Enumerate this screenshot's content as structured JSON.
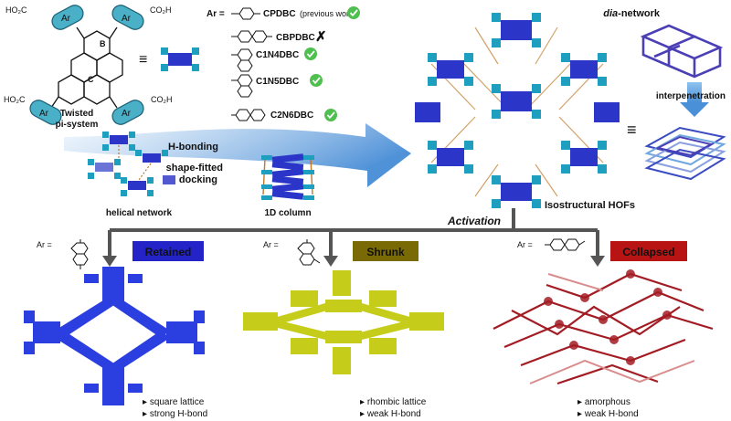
{
  "top_left": {
    "aryl_label": "Ar",
    "ring_b": "B",
    "ring_c": "C",
    "co2h": "CO₂H",
    "ho2c": "HO₂C",
    "twisted_line1": "Twisted",
    "twisted_line2": "pi-system",
    "equiv": "≡"
  },
  "ar_list": {
    "prefix": "Ar =",
    "items": [
      {
        "label": "CPDBC",
        "note": "(previous work)",
        "status": "check"
      },
      {
        "label": "CBPDBC",
        "note": "",
        "status": "cross"
      },
      {
        "label": "C1N4DBC",
        "note": "",
        "status": "check"
      },
      {
        "label": "C1N5DBC",
        "note": "",
        "status": "check"
      },
      {
        "label": "C2N6DBC",
        "note": "",
        "status": "check"
      }
    ]
  },
  "assembly": {
    "hbonding": "H-bonding",
    "shape_fitted_1": "shape-fitted",
    "shape_fitted_2": "docking",
    "helical": "helical network",
    "column": "1D column"
  },
  "hof": {
    "label": "Isostructural HOFs",
    "activation": "Activation",
    "equiv": "≡"
  },
  "dia": {
    "title_italic": "dia",
    "title_rest": "-network",
    "interpen": "interpenetration"
  },
  "outcomes": [
    {
      "ar": "Ar =",
      "badge": "Retained",
      "line1": "square lattice",
      "line2": "strong H-bond"
    },
    {
      "ar": "Ar =",
      "badge": "Shrunk",
      "line1": "rhombic lattice",
      "line2": "weak H-bond"
    },
    {
      "ar": "Ar =",
      "badge": "Collapsed",
      "line1": "amorphous",
      "line2": "weak H-bond"
    }
  ],
  "colors": {
    "aryl_pill": "#4ab0c8",
    "core_blue": "#2b35c8",
    "teal": "#1e9fbf",
    "arrow_blue": "#4a90d8",
    "dia_purple": "#4b3fb5",
    "check_green": "#4fbf4f",
    "cross_red": "#d42b2b",
    "retained_badge": "#2323c8",
    "shrunk_badge": "#7a6a05",
    "collapsed_badge": "#b81414",
    "retained_struct": "#2b3ee0",
    "shrunk_struct": "#c6cc1a",
    "collapsed_struct": "#a31c24",
    "flow_gray": "#555555"
  }
}
